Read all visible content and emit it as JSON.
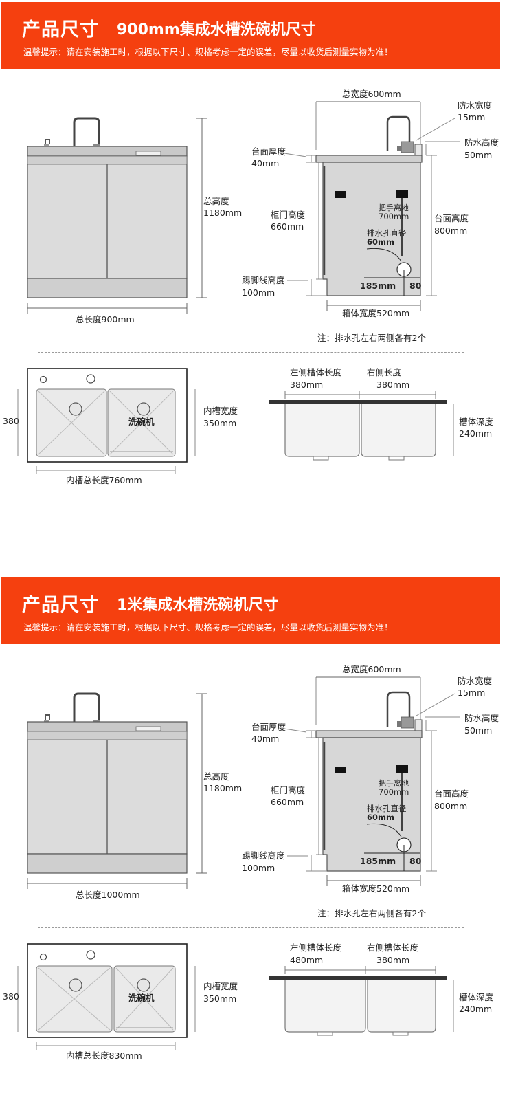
{
  "notice": "温馨提示：请在安装施工时，根据以下尺寸、规格考虑一定的误差，尽量以收货后测量实物为准！",
  "sections": [
    {
      "title": "产品尺寸",
      "subtitle": "900mm集成水槽洗碗机尺寸",
      "front": {
        "total_height_label": "总高度",
        "total_height_value": "1180mm",
        "total_length": "总长度900mm"
      },
      "side": {
        "total_width": "总宽度600mm",
        "waterproof_width_label": "防水宽度",
        "waterproof_width_value": "15mm",
        "waterproof_height_label": "防水高度",
        "waterproof_height_value": "50mm",
        "counter_thickness_label": "台面厚度",
        "counter_thickness_value": "40mm",
        "door_height_label": "柜门高度",
        "door_height_value": "660mm",
        "counter_height_label": "台面高度",
        "counter_height_value": "800mm",
        "handle_label": "把手离地",
        "handle_value": "700mm",
        "drain_label": "排水孔直径",
        "drain_value": "60mm",
        "kick_label": "踢脚线高度",
        "kick_value": "100mm",
        "drain_x": "185mm",
        "drain_y": "80",
        "box_width": "箱体宽度520mm",
        "note": "注：排水孔左右两侧各有2个"
      },
      "top": {
        "left_dim": "380",
        "inner_width_label": "内槽宽度",
        "inner_width_value": "350mm",
        "dishwasher": "洗碗机",
        "inner_length": "内槽总长度760mm"
      },
      "sink": {
        "left_len_label": "左侧槽体长度",
        "left_len_value": "380mm",
        "right_len_label": "右侧长度",
        "right_len_value": "380mm",
        "depth_label": "槽体深度",
        "depth_value": "240mm"
      }
    },
    {
      "title": "产品尺寸",
      "subtitle": "1米集成水槽洗碗机尺寸",
      "front": {
        "total_height_label": "总高度",
        "total_height_value": "1180mm",
        "total_length": "总长度1000mm"
      },
      "side": {
        "total_width": "总宽度600mm",
        "waterproof_width_label": "防水宽度",
        "waterproof_width_value": "15mm",
        "waterproof_height_label": "防水高度",
        "waterproof_height_value": "50mm",
        "counter_thickness_label": "台面厚度",
        "counter_thickness_value": "40mm",
        "door_height_label": "柜门高度",
        "door_height_value": "660mm",
        "counter_height_label": "台面高度",
        "counter_height_value": "800mm",
        "handle_label": "把手离地",
        "handle_value": "700mm",
        "drain_label": "排水孔直径",
        "drain_value": "60mm",
        "kick_label": "踢脚线高度",
        "kick_value": "100mm",
        "drain_x": "185mm",
        "drain_y": "80",
        "box_width": "箱体宽度520mm",
        "note": "注：排水孔左右两侧各有2个"
      },
      "top": {
        "left_dim": "380",
        "inner_width_label": "内槽宽度",
        "inner_width_value": "350mm",
        "dishwasher": "洗碗机",
        "inner_length": "内槽总长度830mm"
      },
      "sink": {
        "left_len_label": "左侧槽体长度",
        "left_len_value": "480mm",
        "right_len_label": "右侧槽体长度",
        "right_len_value": "380mm",
        "depth_label": "槽体深度",
        "depth_value": "240mm"
      }
    }
  ],
  "colors": {
    "banner": "#f5400f",
    "cabinet": "#d9d9d9",
    "line": "#555555"
  }
}
